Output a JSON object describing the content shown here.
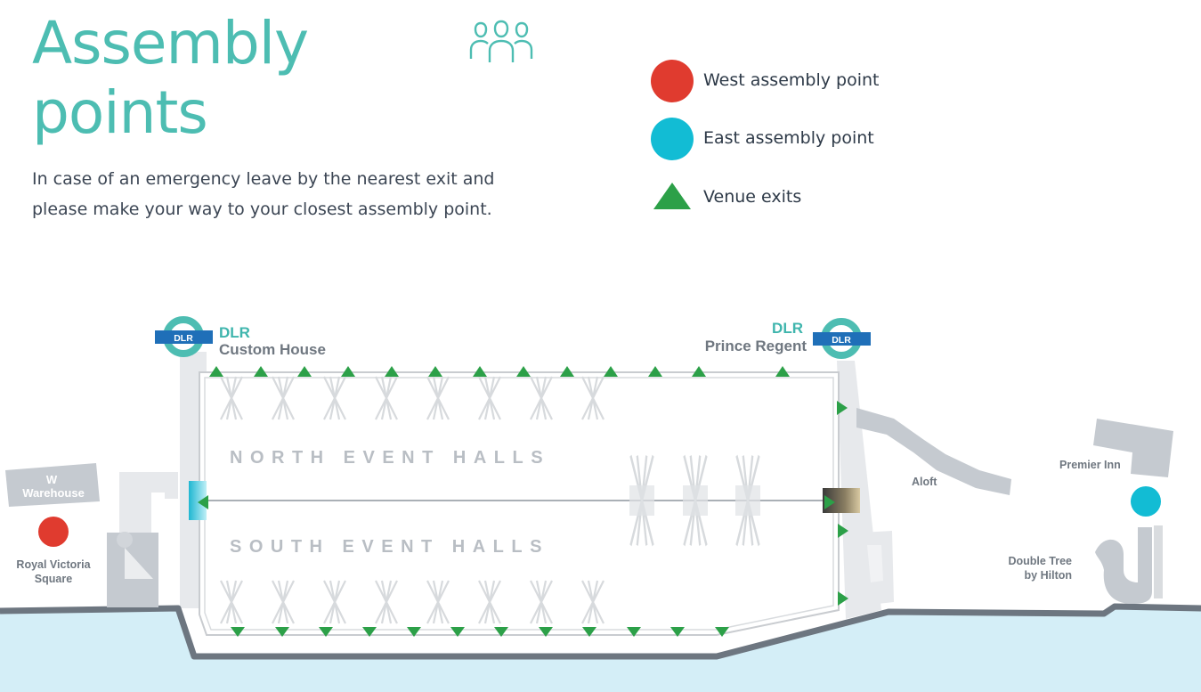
{
  "header": {
    "title_line1": "Assembly",
    "title_line2": "points",
    "intro_line1": "In case of an emergency leave by the nearest exit and",
    "intro_line2": "please make your way to your closest assembly point.",
    "icon": "people-group-icon"
  },
  "legend": {
    "west": {
      "label": "West assembly point",
      "color": "#e03b2f"
    },
    "east": {
      "label": "East assembly point",
      "color": "#12bcd4"
    },
    "exits": {
      "label": "Venue exits",
      "color": "#2ca048"
    }
  },
  "map": {
    "dlr_west": {
      "badge": "DLR",
      "line1": "DLR",
      "line2": "Custom House"
    },
    "dlr_east": {
      "badge": "DLR",
      "line1": "DLR",
      "line2": "Prince Regent"
    },
    "north_halls": "NORTH EVENT HALLS",
    "south_halls": "SOUTH EVENT HALLS",
    "w_warehouse_1": "W",
    "w_warehouse_2": "Warehouse",
    "royal_victoria_1": "Royal Victoria",
    "royal_victoria_2": "Square",
    "aloft": "Aloft",
    "premier_inn": "Premier Inn",
    "double_tree_1": "Double Tree",
    "double_tree_2": "by Hilton",
    "colors": {
      "water": "#d4eef7",
      "shore": "#6d7680",
      "building": "#c5cad0",
      "ground": "#e7e9ec",
      "dlr_ring": "#4dbdb2",
      "dlr_bar": "#1f6fb8",
      "dlr_text": "#3fb5ad",
      "label_gray": "#6f7780",
      "hall_text": "#b9bec4"
    }
  }
}
